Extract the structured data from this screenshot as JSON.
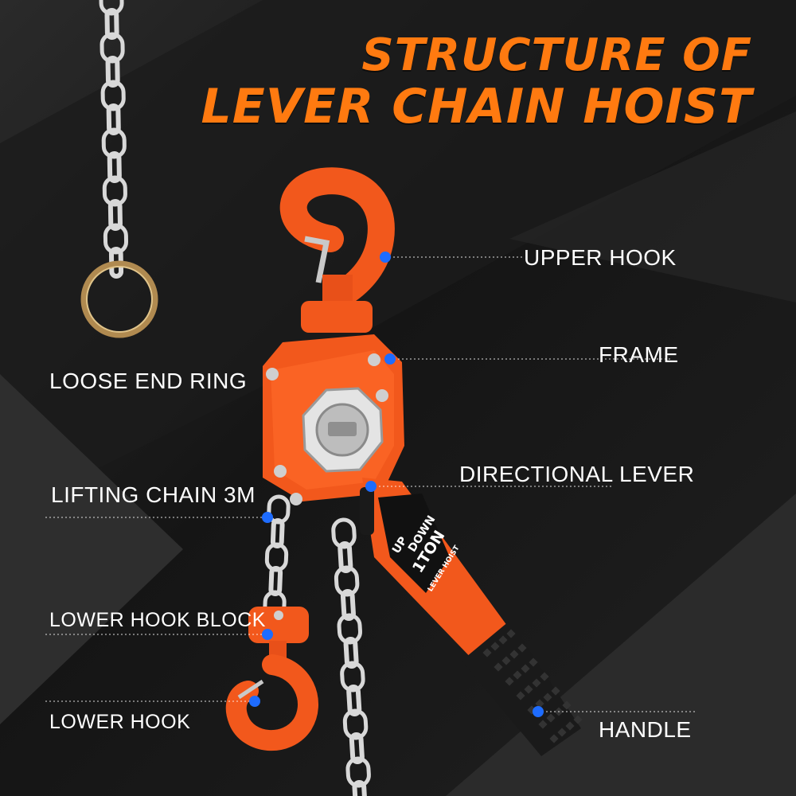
{
  "title": {
    "line1": "STRUCTURE OF",
    "line2": "LEVER CHAIN HOIST"
  },
  "labels": {
    "upper_hook": "UPPER HOOK",
    "frame": "FRAME",
    "loose_end_ring": "LOOSE END RING",
    "directional_lever": "DIRECTIONAL LEVER",
    "lifting_chain": "LIFTING CHAIN 3M",
    "lower_hook_block": "LOWER HOOK BLOCK",
    "lower_hook": "LOWER HOOK",
    "handle": "HANDLE"
  },
  "lever_plate": {
    "up": "UP",
    "down": "DOWN",
    "capacity": "1TON",
    "name": "LEVER HOIST"
  },
  "colors": {
    "accent": "#ff7a10",
    "hoist_body": "#f2581c",
    "grip": "#1a1a1a",
    "chain": "#d8d8d8",
    "marker": "#1e6cff",
    "ring": "#b08a50"
  }
}
